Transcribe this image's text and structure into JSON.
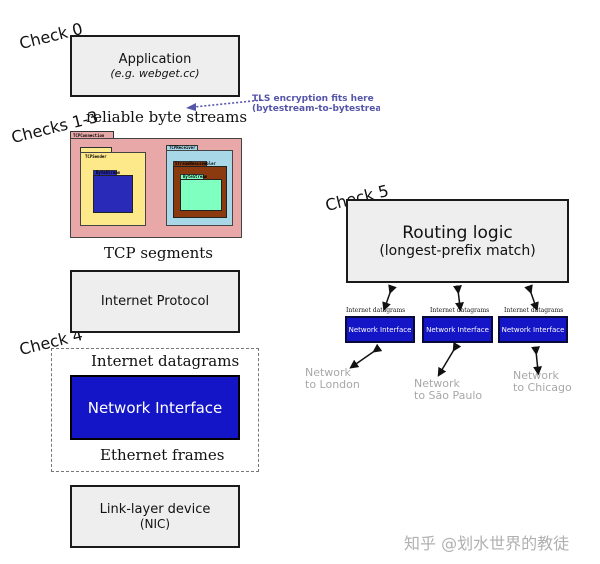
{
  "checks": {
    "check0": "Check 0",
    "checks13": "Checks 1-3",
    "check4": "Check 4",
    "check5": "Check 5"
  },
  "app": {
    "title": "Application",
    "subtitle": "(e.g. webget.cc)"
  },
  "reliable_streams": "reliable byte streams",
  "tls_note": {
    "line1": "TLS encryption fits here",
    "line2": "(bytestream-to-bytestream)"
  },
  "tcp": {
    "connection_label": "TCPConnection",
    "sender_label": "TCPSender",
    "sender_stream": "ByteStream",
    "receiver_label": "TCPReceiver",
    "reassembler_label": "StreamReassembler",
    "receiver_stream": "ByteStream"
  },
  "tcp_segments": "TCP segments",
  "ip": "Internet Protocol",
  "internet_datagrams": "Internet datagrams",
  "network_interface": "Network Interface",
  "ethernet_frames": "Ethernet frames",
  "link_layer": {
    "line1": "Link-layer device",
    "line2": "(NIC)"
  },
  "router": {
    "title": "Routing logic",
    "subtitle": "(longest-prefix match)",
    "interfaces": [
      {
        "datagrams": "Internet datagrams",
        "label": "Network Interface",
        "net1": "Network",
        "net2": "to London"
      },
      {
        "datagrams": "Internet datagrams",
        "label": "Network Interface",
        "net1": "Network",
        "net2": "to São Paulo"
      },
      {
        "datagrams": "Internet datagrams",
        "label": "Network Interface",
        "net1": "Network",
        "net2": "to Chicago"
      }
    ]
  },
  "watermark": "知乎 @划水世界的教徒",
  "colors": {
    "network_interface": "#1515c8",
    "tcp_connection": "#e8a8a8",
    "tcp_sender": "#fde88a",
    "tcp_receiver": "#a8d8e8",
    "stream_reassembler": "#8b3a10",
    "receiver_bytestream": "#7fffc0",
    "sender_bytestream": "#2a2ab8",
    "tls_note": "#5555aa",
    "box_fill": "#eeeeee"
  }
}
